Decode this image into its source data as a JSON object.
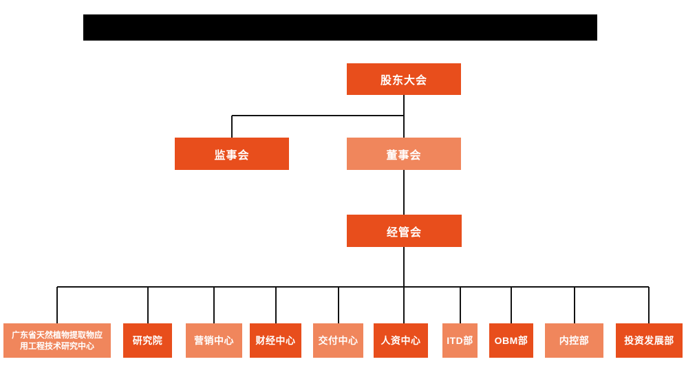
{
  "colors": {
    "primary_box": "#e84e1c",
    "secondary_box": "#f0865c",
    "node_text": "#ffffff",
    "line": "#111111",
    "redaction": "#000000",
    "background": "#ffffff"
  },
  "title_bar": {
    "redacted": true
  },
  "org": {
    "root": {
      "label": "股东大会"
    },
    "level2": [
      {
        "label": "监事会",
        "variant": "primary"
      },
      {
        "label": "董事会",
        "variant": "secondary"
      }
    ],
    "level3": {
      "label": "经管会"
    },
    "departments": [
      {
        "label": "广东省天然植物提取物应\n用工程技术研究中心",
        "variant": "secondary"
      },
      {
        "label": "研究院",
        "variant": "primary"
      },
      {
        "label": "营销中心",
        "variant": "secondary"
      },
      {
        "label": "财经中心",
        "variant": "primary"
      },
      {
        "label": "交付中心",
        "variant": "secondary"
      },
      {
        "label": "人资中心",
        "variant": "primary"
      },
      {
        "label": "ITD部",
        "variant": "secondary"
      },
      {
        "label": "OBM部",
        "variant": "primary"
      },
      {
        "label": "内控部",
        "variant": "secondary"
      },
      {
        "label": "投资发展部",
        "variant": "primary"
      }
    ]
  }
}
